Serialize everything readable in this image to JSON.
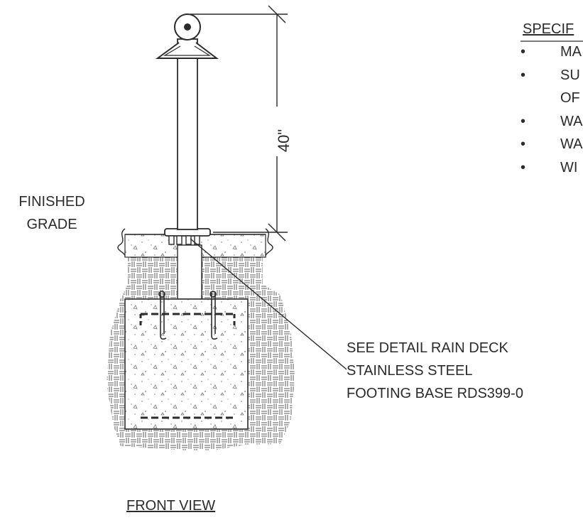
{
  "labels": {
    "finished_grade_1": "FINISHED",
    "finished_grade_2": "GRADE",
    "dimension": "40\"",
    "callout_1": "SEE DETAIL RAIN DECK",
    "callout_2": "STAINLESS STEEL",
    "callout_3": "FOOTING BASE RDS399-0",
    "view_title": "FRONT VIEW"
  },
  "specifications": {
    "title": "SPECIF",
    "items": [
      {
        "bullet": "•",
        "text": "MA"
      },
      {
        "bullet": "•",
        "text": "SU"
      },
      {
        "bullet": "",
        "text": "OF"
      },
      {
        "bullet": "•",
        "text": "WA"
      },
      {
        "bullet": "•",
        "text": "WA"
      },
      {
        "bullet": "•",
        "text": "WI"
      }
    ]
  },
  "colors": {
    "line": "#2b2b2b",
    "hatch": "#5a5a5a",
    "concrete_fill": "#ffffff",
    "background": "#ffffff"
  }
}
